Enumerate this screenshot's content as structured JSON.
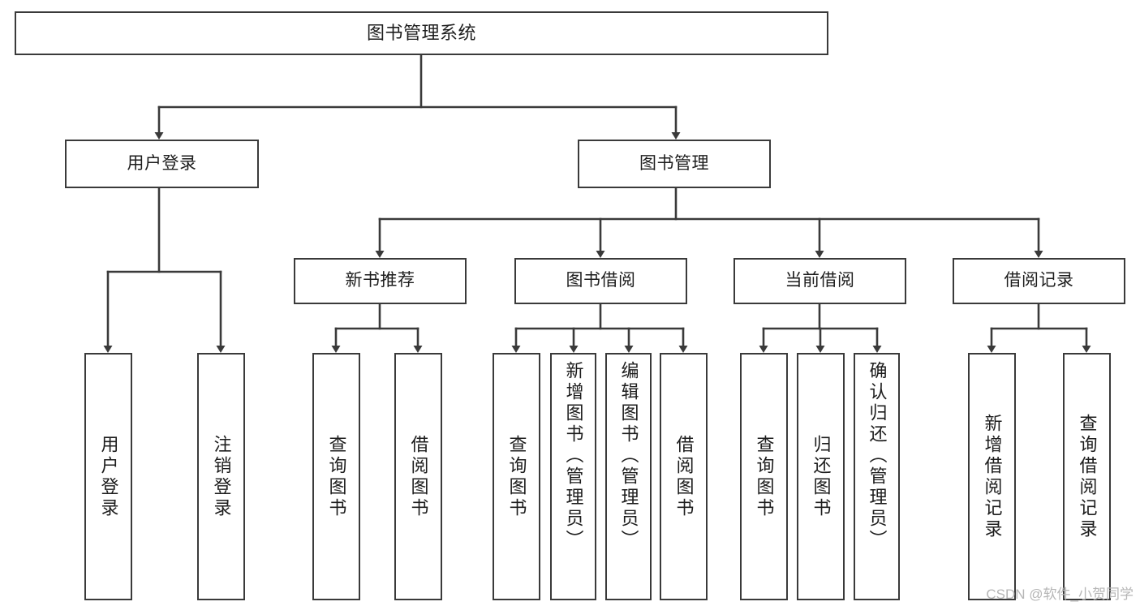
{
  "diagram": {
    "title": "图书管理系统",
    "type": "tree",
    "watermark": "CSDN @软件_小贺同学",
    "colors": {
      "box_border": "#3a3a3a",
      "box_fill": "#ffffff",
      "line": "#3a3a3a",
      "text": "#1d1d1d",
      "watermark": "#b6b6b6",
      "background": "#ffffff"
    },
    "nodes": {
      "root": {
        "label": "图书管理系统"
      },
      "level2": [
        {
          "id": "user-login",
          "label": "用户登录"
        },
        {
          "id": "book-manage",
          "label": "图书管理"
        }
      ],
      "level3": [
        {
          "id": "new-book-recommend",
          "label": "新书推荐"
        },
        {
          "id": "book-borrow",
          "label": "图书借阅"
        },
        {
          "id": "current-borrow",
          "label": "当前借阅"
        },
        {
          "id": "borrow-record",
          "label": "借阅记录"
        }
      ],
      "leaves": {
        "user-login": [
          {
            "id": "leaf-user-login",
            "label": "用户登录"
          },
          {
            "id": "leaf-logout",
            "label": "注销登录"
          }
        ],
        "new-book-recommend": [
          {
            "id": "leaf-query-book-1",
            "label": "查询图书"
          },
          {
            "id": "leaf-borrow-book-1",
            "label": "借阅图书"
          }
        ],
        "book-borrow": [
          {
            "id": "leaf-query-book-2",
            "label": "查询图书"
          },
          {
            "id": "leaf-add-book",
            "label": "新增图书（管理员）"
          },
          {
            "id": "leaf-edit-book",
            "label": "编辑图书（管理员）"
          },
          {
            "id": "leaf-borrow-book-2",
            "label": "借阅图书"
          }
        ],
        "current-borrow": [
          {
            "id": "leaf-query-book-3",
            "label": "查询图书"
          },
          {
            "id": "leaf-return-book",
            "label": "归还图书"
          },
          {
            "id": "leaf-confirm-return",
            "label": "确认归还（管理员）"
          }
        ],
        "borrow-record": [
          {
            "id": "leaf-add-record",
            "label": "新增借阅记录"
          },
          {
            "id": "leaf-query-record",
            "label": "查询借阅记录"
          }
        ]
      }
    }
  }
}
